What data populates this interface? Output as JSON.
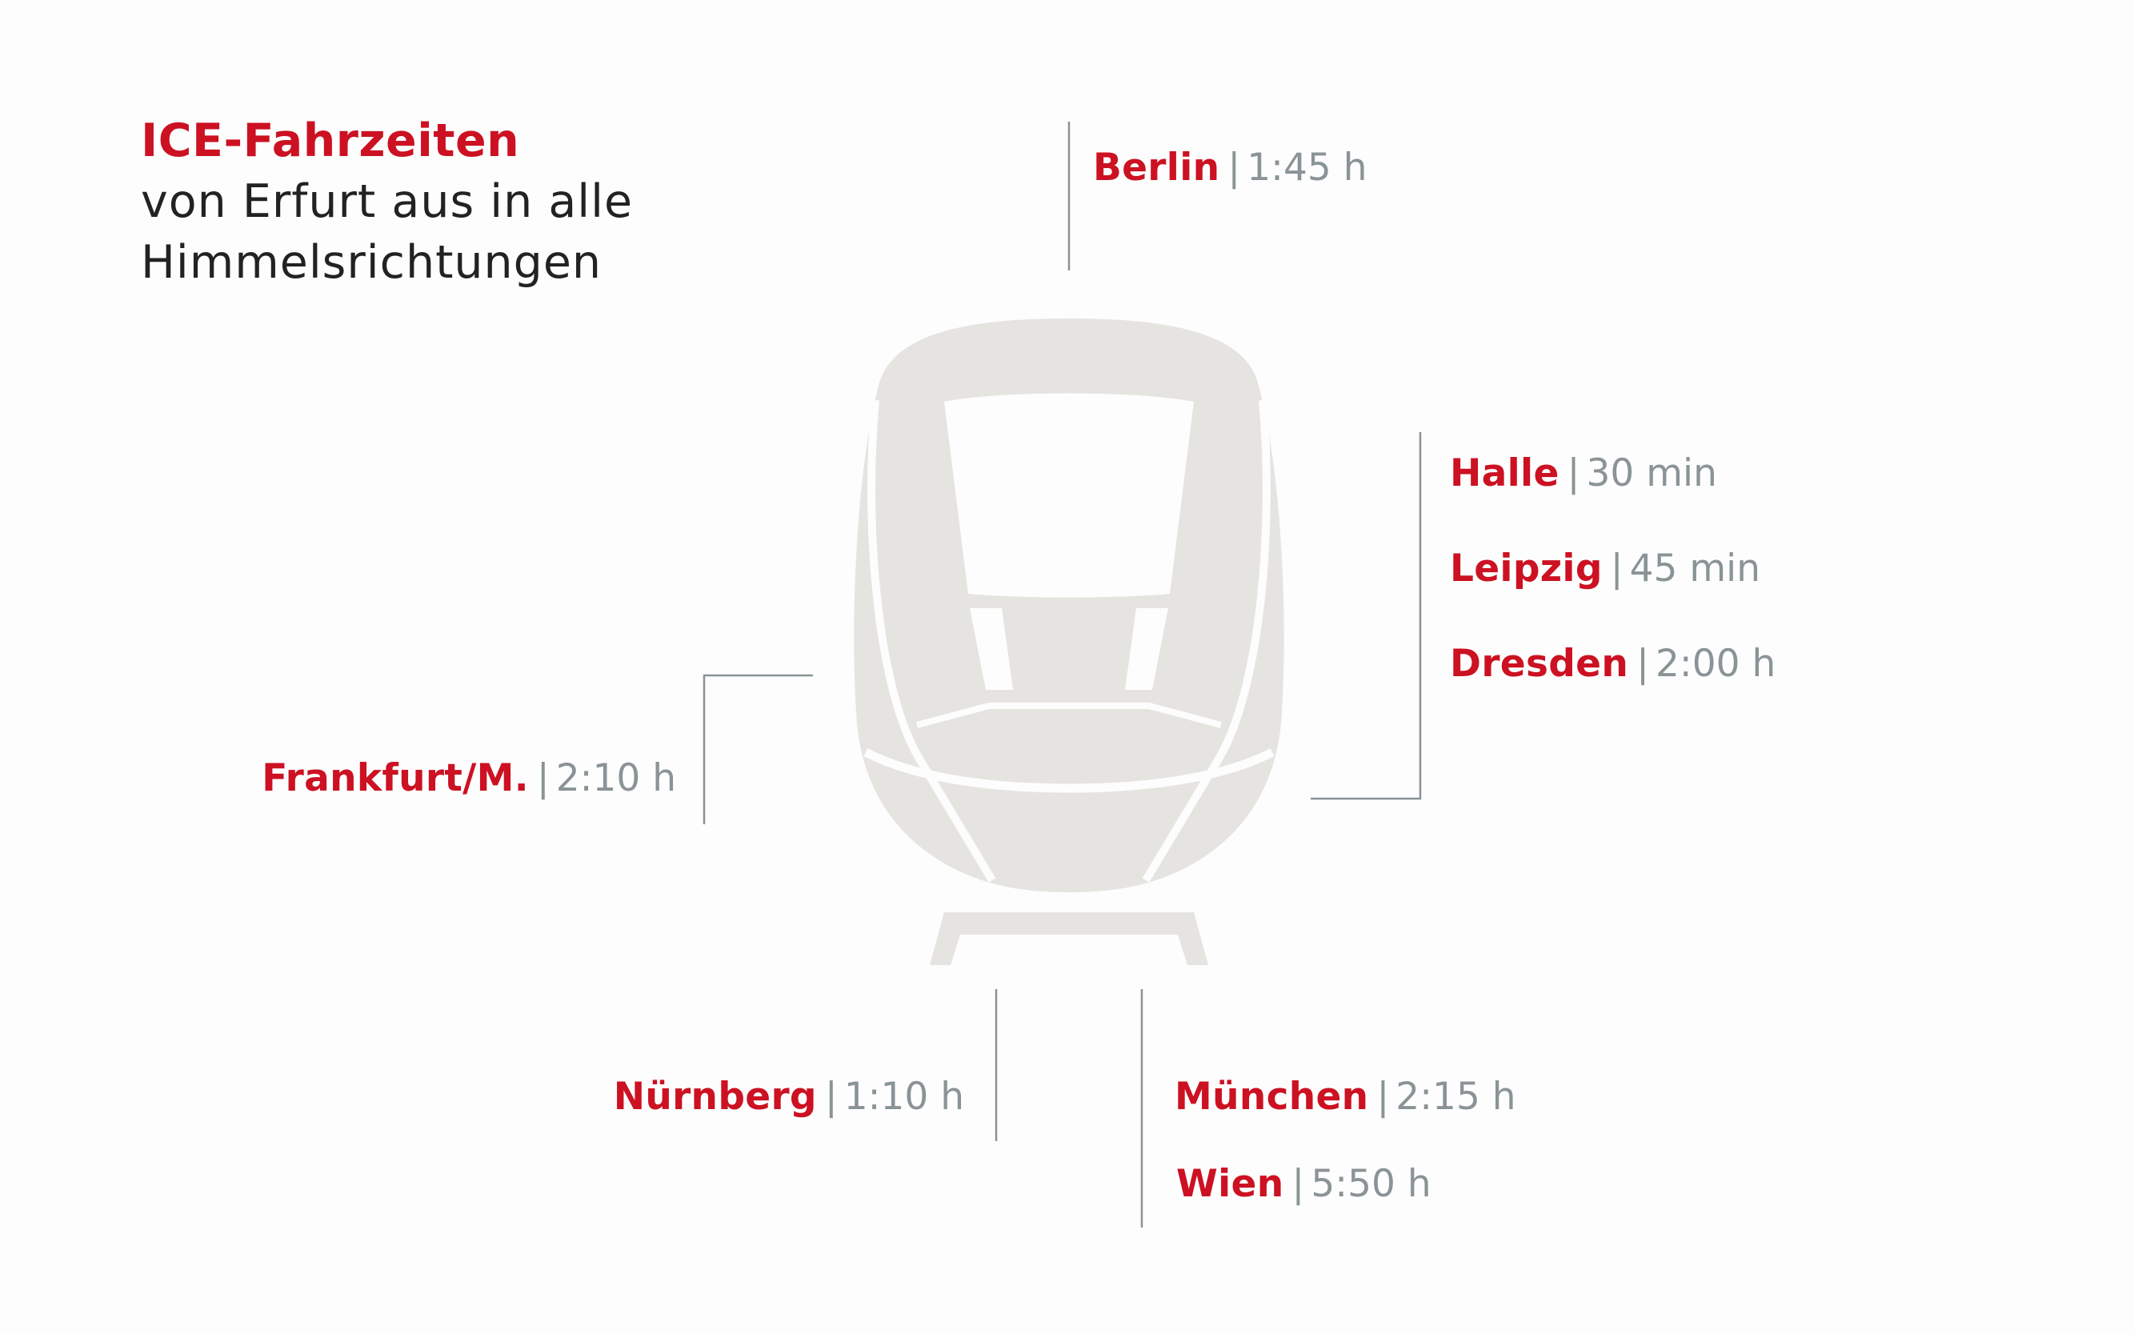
{
  "title": {
    "line1": "ICE-Fahrzeiten",
    "line2": "von Erfurt aus in alle",
    "line3": "Himmelsrichtungen"
  },
  "separator": "|",
  "destinations": {
    "berlin": {
      "city": "Berlin",
      "time": "1:45 h"
    },
    "halle": {
      "city": "Halle",
      "time": "30 min"
    },
    "leipzig": {
      "city": "Leipzig",
      "time": "45 min"
    },
    "dresden": {
      "city": "Dresden",
      "time": "2:00 h"
    },
    "frankfurt": {
      "city": "Frankfurt/M.",
      "time": "2:10 h"
    },
    "nuernberg": {
      "city": "Nürnberg",
      "time": "1:10 h"
    },
    "muenchen": {
      "city": "München",
      "time": "2:15 h"
    },
    "wien": {
      "city": "Wien",
      "time": "5:50 h"
    }
  },
  "colors": {
    "city": "#cc1122",
    "time": "#8a9396",
    "train_body": "#e6e4e0",
    "lines": "#8a9396"
  }
}
